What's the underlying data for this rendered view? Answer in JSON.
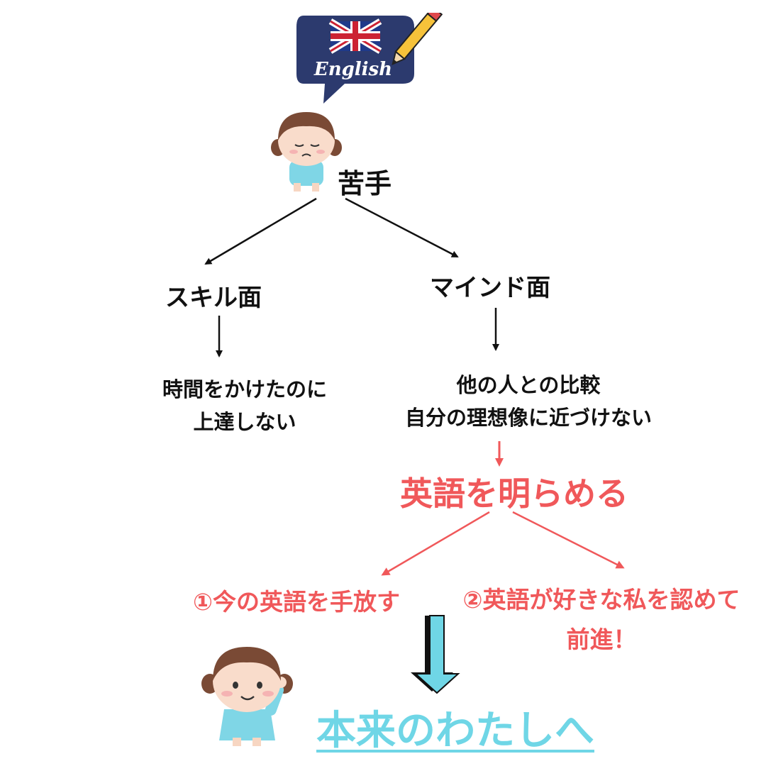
{
  "badge": {
    "label": "English",
    "icon": "uk-flag-icon",
    "pencil_icon": "pencil-icon"
  },
  "root": {
    "label": "苦手"
  },
  "branches": {
    "skill": {
      "label": "スキル面",
      "result_line1": "時間をかけたのに",
      "result_line2": "上達しない"
    },
    "mind": {
      "label": "マインド面",
      "result_line1": "他の人との比較",
      "result_line2": "自分の理想像に近づけない"
    }
  },
  "turning_point": {
    "label": "英語を明らめる"
  },
  "options": {
    "one": {
      "label": "①今の英語を手放す"
    },
    "two": {
      "line1": "②英語が好きな私を認めて",
      "line2": "前進！"
    }
  },
  "goal": {
    "label": "本来のわたしへ"
  },
  "colors": {
    "black": "#111111",
    "accent_red": "#f0585a",
    "accent_cyan": "#6fd6e6",
    "badge_navy": "#2c3a6e"
  }
}
